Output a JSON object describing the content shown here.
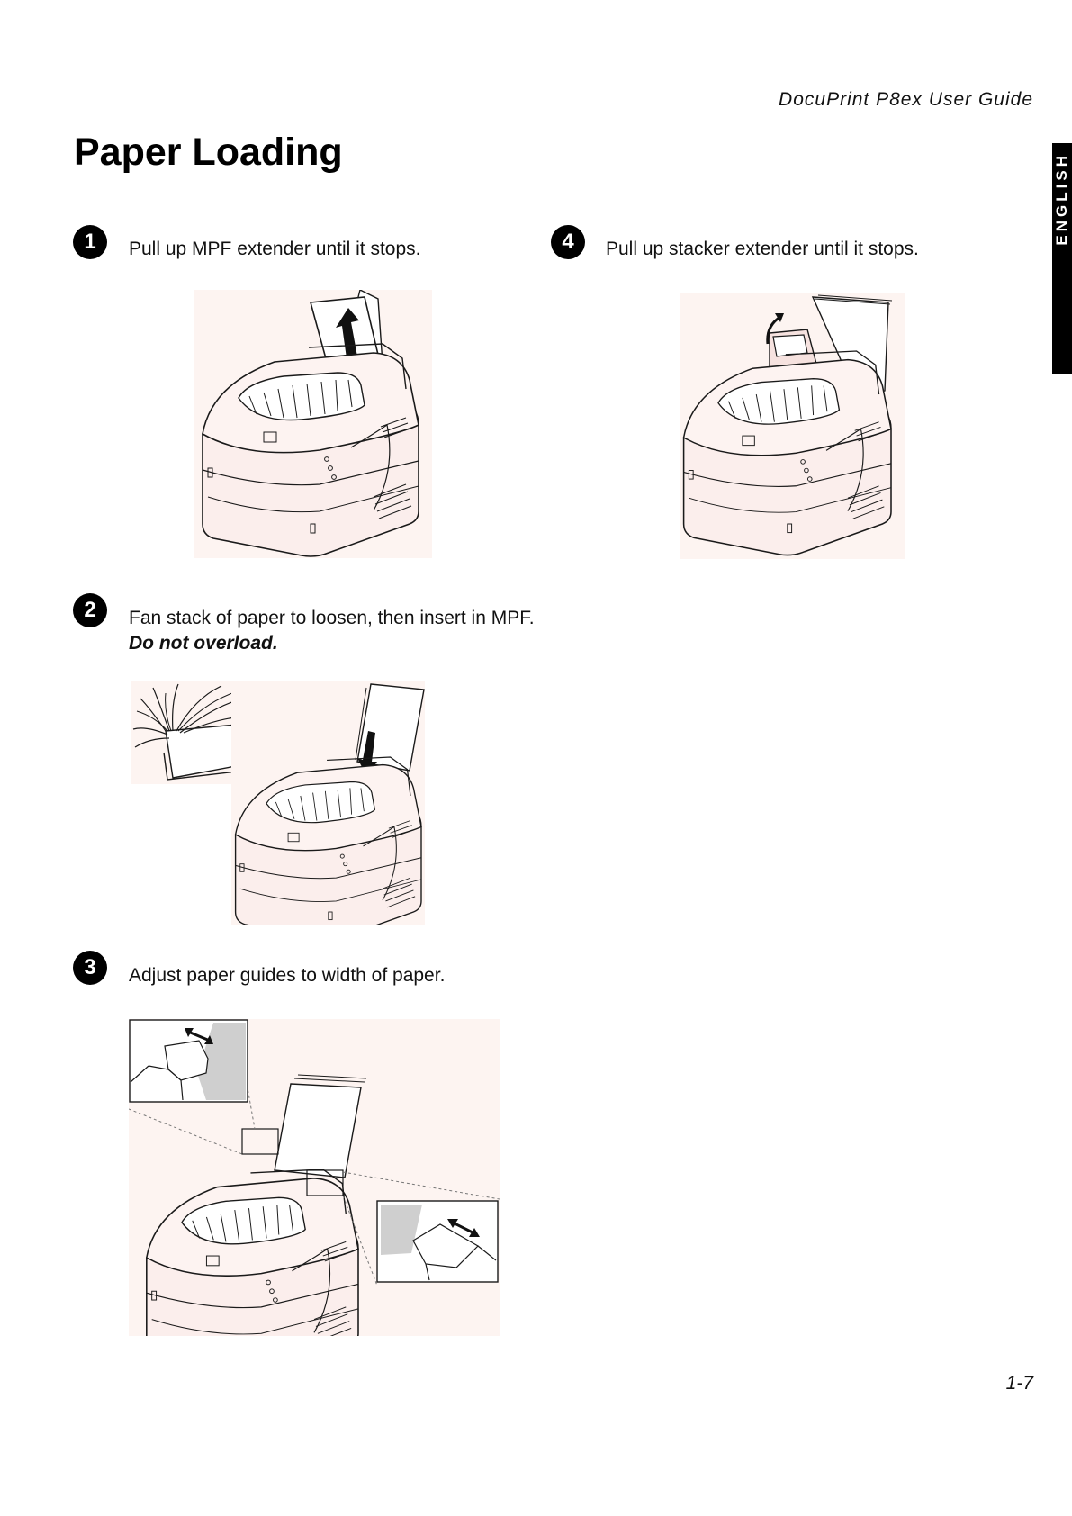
{
  "header": {
    "guide_title": "DocuPrint P8ex User Guide"
  },
  "page": {
    "title": "Paper Loading",
    "language_tab": "ENGLISH",
    "number": "1-7"
  },
  "steps": [
    {
      "num": "1",
      "text": "Pull up MPF extender until it stops.",
      "note": ""
    },
    {
      "num": "2",
      "text": "Fan stack of paper to loosen, then insert in MPF.",
      "note": "Do not overload."
    },
    {
      "num": "3",
      "text": "Adjust paper guides to width of paper.",
      "note": ""
    },
    {
      "num": "4",
      "text": "Pull up stacker extender until it stops.",
      "note": ""
    }
  ],
  "colors": {
    "printer_fill": "#fbeeec",
    "background_tint": "#fdf4f1",
    "ink": "#1a1a1a"
  }
}
